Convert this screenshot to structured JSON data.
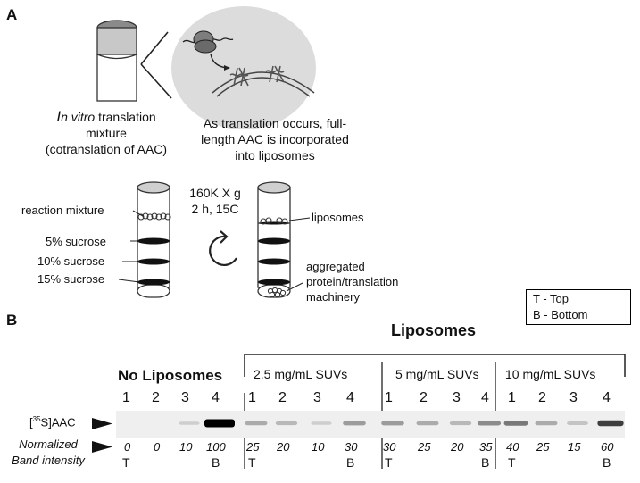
{
  "panel_a": {
    "letter": "A",
    "caption_left_line1_italic_I": "I",
    "caption_left_line1_rest_italic": "n vitro",
    "caption_left_line1_tail": " translation",
    "caption_left_line2": "mixture",
    "caption_left_line3": "(cotranslation of AAC)",
    "caption_right_line1": "As translation occurs, full-",
    "caption_right_line2": "length AAC is incorporated",
    "caption_right_line3": "into liposomes",
    "centrifuge_line1": "160K X g",
    "centrifuge_line2": "2 h, 15C",
    "left_tube_labels": [
      "reaction mixture",
      "5% sucrose",
      "10% sucrose",
      "15% sucrose"
    ],
    "right_tube_label_top": "liposomes",
    "right_tube_label_bottom": [
      "aggregated",
      "protein/translation",
      "machinery"
    ]
  },
  "legend": {
    "line1": "T - Top",
    "line2": "B - Bottom"
  },
  "panel_b": {
    "letter": "B",
    "header_liposomes": "Liposomes",
    "header_no_liposomes": "No Liposomes",
    "groups": [
      "2.5 mg/mL SUVs",
      "5 mg/mL SUVs",
      "10 mg/mL SUVs"
    ],
    "row_label_prefix": "[",
    "row_label_sup": "35",
    "row_label_suffix": "S]AAC",
    "norm_label_line1": "Normalized",
    "norm_label_line2": "Band intensity",
    "lanes": [
      "1",
      "2",
      "3",
      "4",
      "1",
      "2",
      "3",
      "4",
      "1",
      "2",
      "3",
      "4",
      "1",
      "2",
      "3",
      "4"
    ],
    "intensities": [
      "0",
      "0",
      "10",
      "100",
      "25",
      "20",
      "10",
      "30",
      "30",
      "25",
      "20",
      "35",
      "40",
      "25",
      "15",
      "60"
    ],
    "top_marker": "T",
    "bottom_marker": "B"
  }
}
